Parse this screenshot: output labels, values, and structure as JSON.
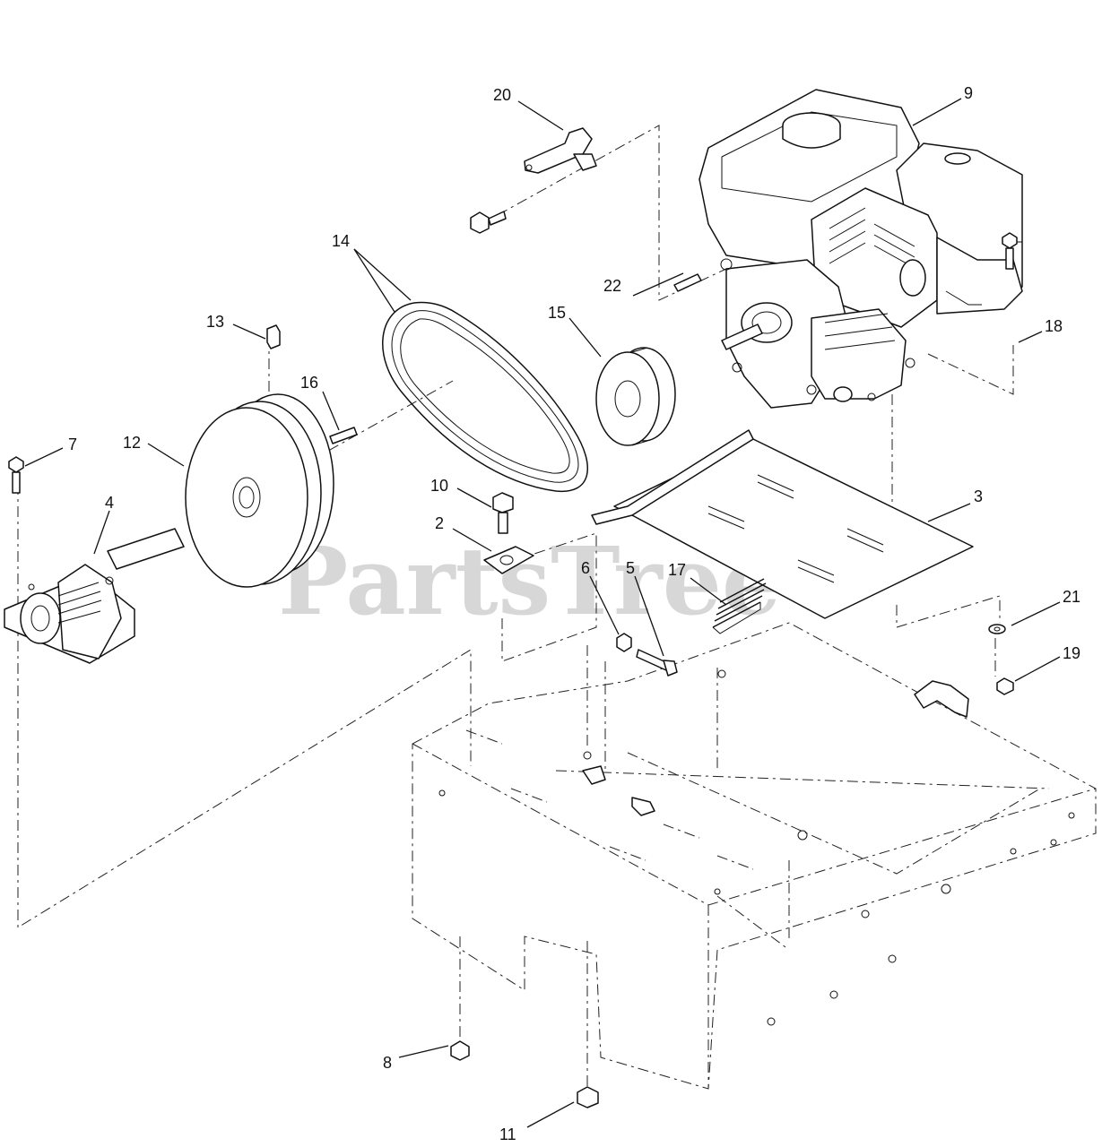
{
  "watermark": {
    "text": "PartsTree",
    "trademark": "™"
  },
  "callouts": {
    "c1": "20",
    "c2": "9",
    "c3": "14",
    "c4": "22",
    "c5": "15",
    "c6": "18",
    "c7": "13",
    "c8": "16",
    "c9": "7",
    "c10": "12",
    "c11": "4",
    "c12": "10",
    "c13": "3",
    "c14": "2",
    "c15": "6",
    "c16": "5",
    "c17": "17",
    "c18": "21",
    "c19": "19",
    "c20": "8",
    "c21": "11"
  },
  "colors": {
    "line": "#111111",
    "background": "#ffffff",
    "watermark": "#bdbdbd"
  }
}
